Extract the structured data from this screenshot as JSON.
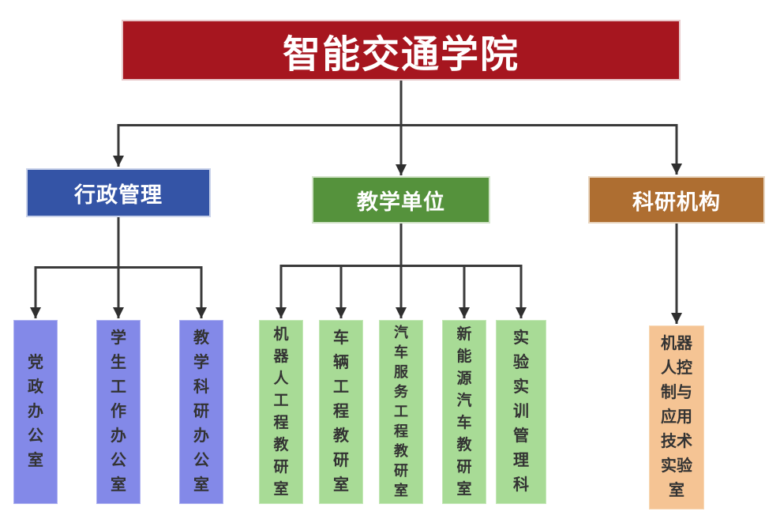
{
  "title": {
    "label": "智能交通学院"
  },
  "branches": [
    {
      "label": "行政管理",
      "children": [
        "党政办公室",
        "学生工作办公室",
        "教学科研办公室"
      ]
    },
    {
      "label": "教学单位",
      "children": [
        "机器人工程教研室",
        "车辆工程教研室",
        "汽车服务工程教研室",
        "新能源汽车教研室",
        "实验实训管理科"
      ]
    },
    {
      "label": "科研机构",
      "children": [
        "机器人控制与应用技术实验室"
      ]
    }
  ],
  "colors": {
    "root_bg": "#A6161F",
    "admin_bg": "#3454A6",
    "teaching_bg": "#55923C",
    "research_bg": "#AE6E31",
    "admin_leaf_bg": "#8389E8",
    "teaching_leaf_bg": "#A8DB96",
    "research_leaf_bg": "#F5C494",
    "connector": "#3A3A3A",
    "node_text": "#FFFFFF",
    "leaf_text": "#333333"
  }
}
